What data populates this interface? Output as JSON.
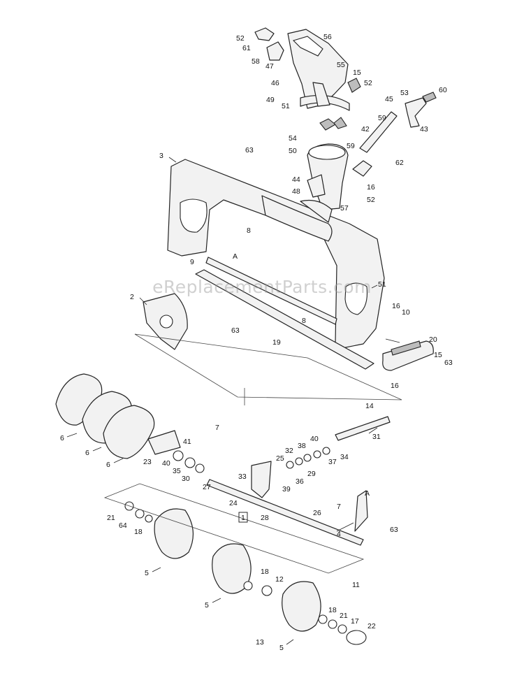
{
  "watermark": "eReplacementParts.com",
  "callouts": [
    {
      "id": "52a",
      "text": "52"
    },
    {
      "id": "61",
      "text": "61"
    },
    {
      "id": "56",
      "text": "56"
    },
    {
      "id": "58",
      "text": "58"
    },
    {
      "id": "47",
      "text": "47"
    },
    {
      "id": "55",
      "text": "55"
    },
    {
      "id": "46",
      "text": "46"
    },
    {
      "id": "15a",
      "text": "15"
    },
    {
      "id": "52b",
      "text": "52"
    },
    {
      "id": "49",
      "text": "49"
    },
    {
      "id": "51a",
      "text": "51"
    },
    {
      "id": "45",
      "text": "45"
    },
    {
      "id": "53",
      "text": "53"
    },
    {
      "id": "60",
      "text": "60"
    },
    {
      "id": "59a",
      "text": "59"
    },
    {
      "id": "42",
      "text": "42"
    },
    {
      "id": "43",
      "text": "43"
    },
    {
      "id": "54",
      "text": "54"
    },
    {
      "id": "50",
      "text": "50"
    },
    {
      "id": "59b",
      "text": "59"
    },
    {
      "id": "62",
      "text": "62"
    },
    {
      "id": "3",
      "text": "3"
    },
    {
      "id": "63a",
      "text": "63"
    },
    {
      "id": "44",
      "text": "44"
    },
    {
      "id": "48",
      "text": "48"
    },
    {
      "id": "16a",
      "text": "16"
    },
    {
      "id": "52c",
      "text": "52"
    },
    {
      "id": "57",
      "text": "57"
    },
    {
      "id": "8a",
      "text": "8"
    },
    {
      "id": "A1",
      "text": "A"
    },
    {
      "id": "9",
      "text": "9"
    },
    {
      "id": "51b",
      "text": "51"
    },
    {
      "id": "2",
      "text": "2"
    },
    {
      "id": "16b",
      "text": "16"
    },
    {
      "id": "10",
      "text": "10"
    },
    {
      "id": "63b",
      "text": "63"
    },
    {
      "id": "8b",
      "text": "8"
    },
    {
      "id": "19",
      "text": "19"
    },
    {
      "id": "20",
      "text": "20"
    },
    {
      "id": "15b",
      "text": "15"
    },
    {
      "id": "63c",
      "text": "63"
    },
    {
      "id": "16c",
      "text": "16"
    },
    {
      "id": "14",
      "text": "14"
    },
    {
      "id": "7a",
      "text": "7"
    },
    {
      "id": "31",
      "text": "31"
    },
    {
      "id": "6a",
      "text": "6"
    },
    {
      "id": "41",
      "text": "41"
    },
    {
      "id": "40a",
      "text": "40"
    },
    {
      "id": "38",
      "text": "38"
    },
    {
      "id": "32",
      "text": "32"
    },
    {
      "id": "34",
      "text": "34"
    },
    {
      "id": "6b",
      "text": "6"
    },
    {
      "id": "25",
      "text": "25"
    },
    {
      "id": "37",
      "text": "37"
    },
    {
      "id": "23",
      "text": "23"
    },
    {
      "id": "40b",
      "text": "40"
    },
    {
      "id": "35",
      "text": "35"
    },
    {
      "id": "30",
      "text": "30"
    },
    {
      "id": "6c",
      "text": "6"
    },
    {
      "id": "29",
      "text": "29"
    },
    {
      "id": "33",
      "text": "33"
    },
    {
      "id": "36",
      "text": "36"
    },
    {
      "id": "27",
      "text": "27"
    },
    {
      "id": "39",
      "text": "39"
    },
    {
      "id": "A2",
      "text": "A"
    },
    {
      "id": "24",
      "text": "24"
    },
    {
      "id": "7b",
      "text": "7"
    },
    {
      "id": "26",
      "text": "26"
    },
    {
      "id": "21a",
      "text": "21"
    },
    {
      "id": "1",
      "text": "1"
    },
    {
      "id": "28",
      "text": "28"
    },
    {
      "id": "64",
      "text": "64"
    },
    {
      "id": "18a",
      "text": "18"
    },
    {
      "id": "4",
      "text": "4"
    },
    {
      "id": "63d",
      "text": "63"
    },
    {
      "id": "5a",
      "text": "5"
    },
    {
      "id": "18b",
      "text": "18"
    },
    {
      "id": "12",
      "text": "12"
    },
    {
      "id": "11",
      "text": "11"
    },
    {
      "id": "5b",
      "text": "5"
    },
    {
      "id": "18c",
      "text": "18"
    },
    {
      "id": "21b",
      "text": "21"
    },
    {
      "id": "17",
      "text": "17"
    },
    {
      "id": "22",
      "text": "22"
    },
    {
      "id": "13",
      "text": "13"
    },
    {
      "id": "5c",
      "text": "5"
    }
  ]
}
